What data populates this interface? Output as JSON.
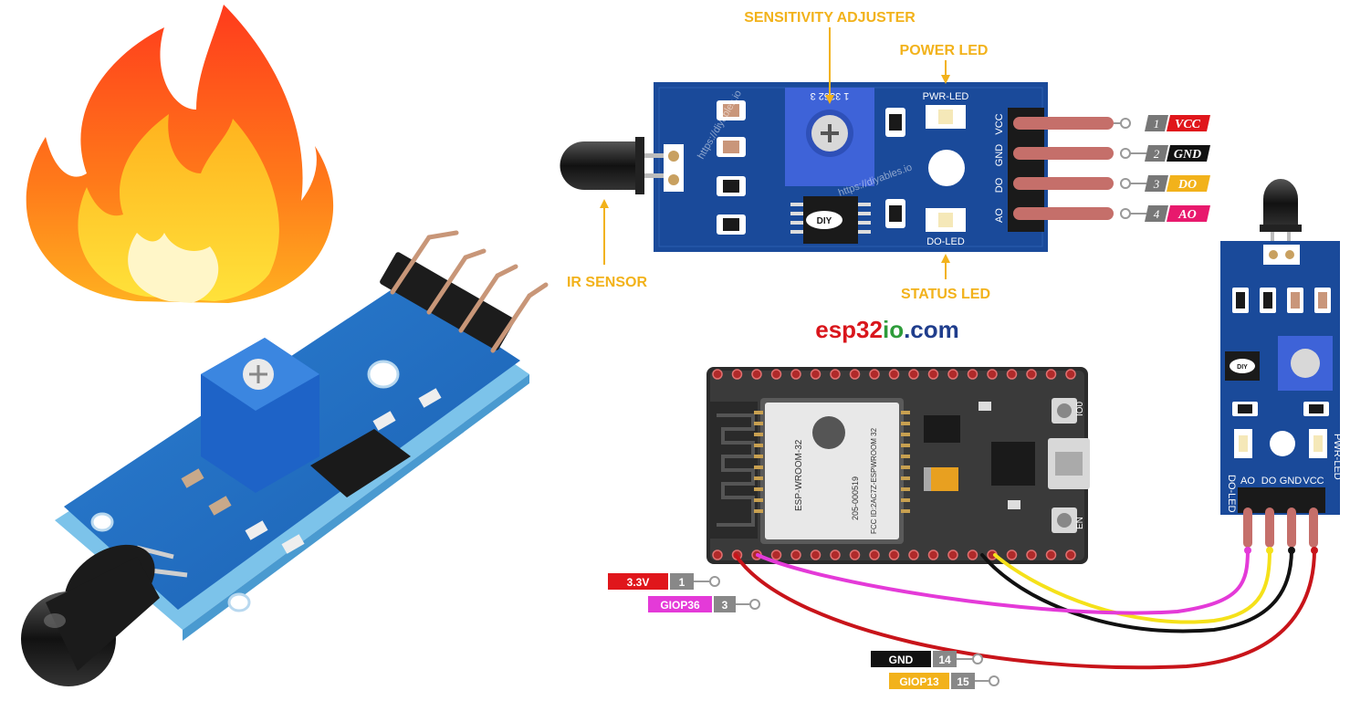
{
  "callouts": {
    "sensitivity": "SENSITIVITY ADJUSTER",
    "power_led": "POWER LED",
    "ir_sensor": "IR SENSOR",
    "status_led": "STATUS LED"
  },
  "board_labels": {
    "pwr_led": "PWR-LED",
    "do_led": "DO-LED",
    "pot_code": "1 3362 3",
    "watermark": "https://diyables.io",
    "logo": "DIY"
  },
  "header_pins": [
    "VCC",
    "GND",
    "DO",
    "AO"
  ],
  "pin_badges": [
    {
      "num": "1",
      "label": "VCC",
      "color": "#e0161b"
    },
    {
      "num": "2",
      "label": "GND",
      "color": "#111111"
    },
    {
      "num": "3",
      "label": "DO",
      "color": "#f2b21b"
    },
    {
      "num": "4",
      "label": "AO",
      "color": "#e8196d"
    }
  ],
  "brand": {
    "part1": "esp32",
    "part2": "io",
    "part3": ".com",
    "color1": "#d9161c",
    "color2": "#2e9c3a",
    "color3": "#1f3d8c"
  },
  "esp32": {
    "module_name": "ESP-WROOM-32",
    "module_code": "205-000519",
    "fcc": "FCC ID:2AC7Z-ESPWROOM 32",
    "btn_io0": "IO0",
    "btn_en": "EN"
  },
  "small_module_pins": [
    "AO",
    "DO",
    "GND",
    "VCC"
  ],
  "small_module_labels": {
    "do_led": "DO-LED",
    "pwr_led": "PWR-LED"
  },
  "esp_pins": [
    {
      "label": "3.3V",
      "num": "1",
      "color": "#e0161b"
    },
    {
      "label": "GIOP36",
      "num": "3",
      "color": "#e43ad8"
    },
    {
      "label": "GND",
      "num": "14",
      "color": "#111111"
    },
    {
      "label": "GIOP13",
      "num": "15",
      "color": "#f2b21b"
    }
  ],
  "wire_colors": {
    "vcc": "#c8141a",
    "gnd": "#111111",
    "do": "#f5e11a",
    "ao": "#e43ad8"
  }
}
